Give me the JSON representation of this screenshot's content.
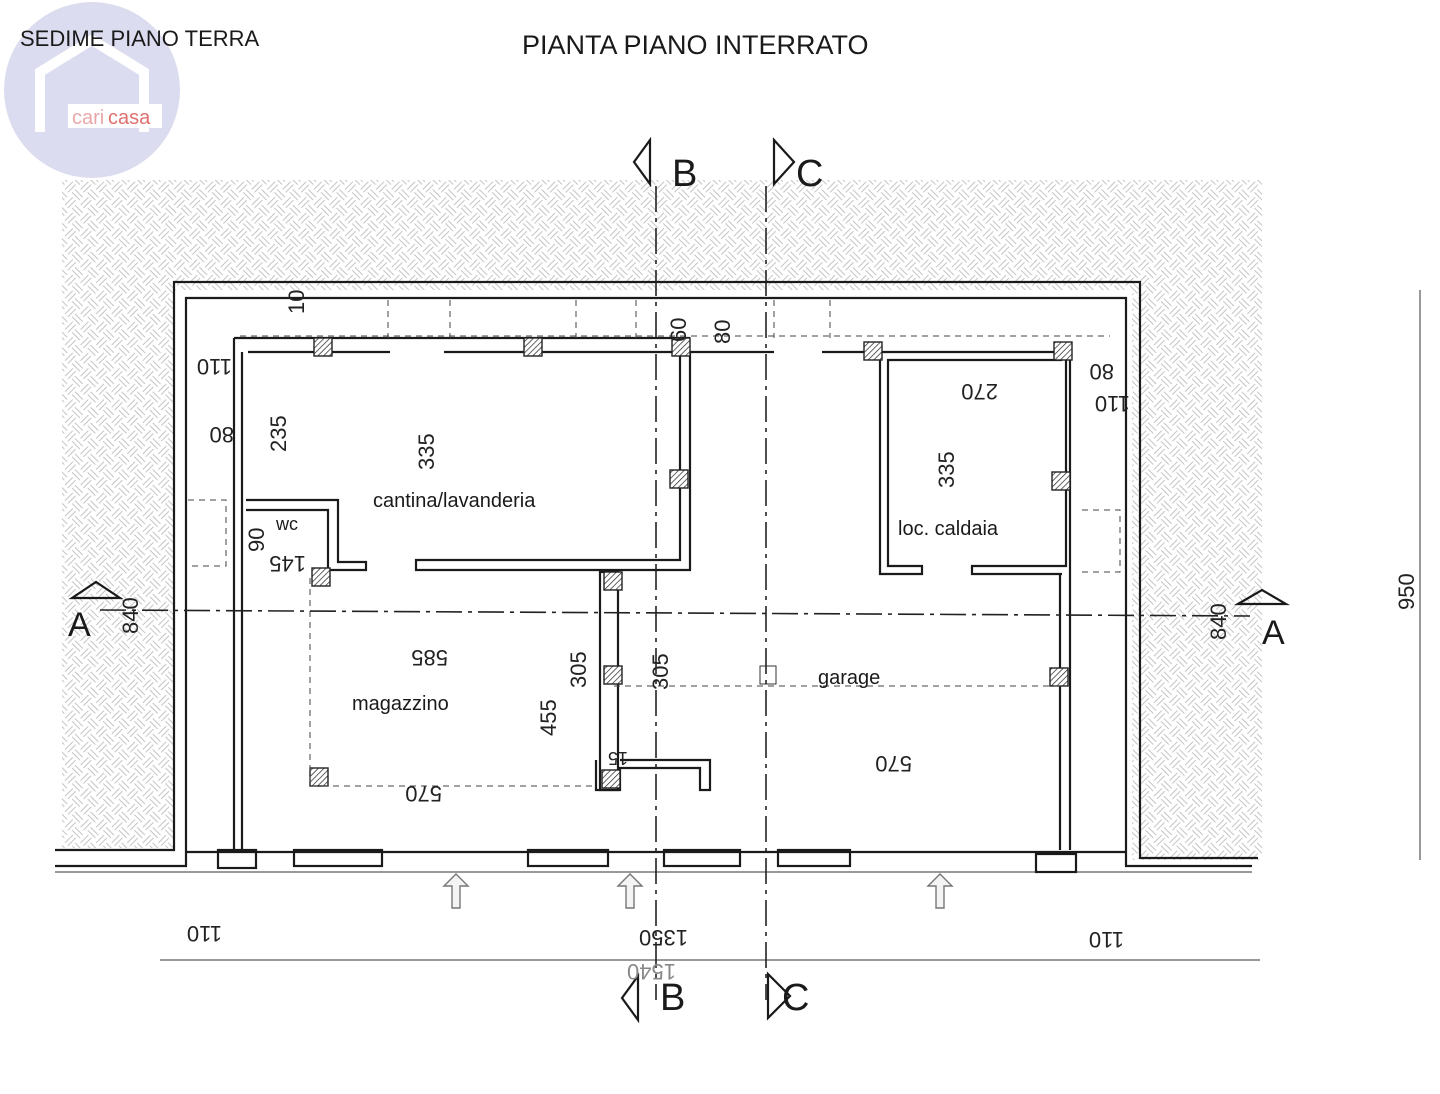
{
  "header": {
    "top_left_label": "SEDIME PIANO TERRA",
    "title": "PIANTA PIANO INTERRATO"
  },
  "logo": {
    "text_a": "cari",
    "text_b": "casa"
  },
  "sections": {
    "a": "A",
    "b": "B",
    "c": "C"
  },
  "rooms": {
    "cantina": "cantina/lavanderia",
    "wc": "wc",
    "caldaia": "loc. caldaia",
    "magazzino": "magazzino",
    "garage": "garage"
  },
  "dimensions": {
    "d10": "10",
    "d60": "60",
    "d80_top": "80",
    "d110_top_left": "110",
    "d80_left": "80",
    "d235": "235",
    "d335_cantina": "335",
    "d270": "270",
    "d335_caldaia": "335",
    "d80_right": "80",
    "d110_right": "110",
    "d90": "90",
    "d145": "145",
    "d840_left": "840",
    "d840_right": "840",
    "d950": "950",
    "d585": "585",
    "d305_a": "305",
    "d305_b": "305",
    "d455": "455",
    "d570_magazzino": "570",
    "d15": "15",
    "d570_garage": "570",
    "d110_bottom_left": "110",
    "d1350": "1350",
    "d1540": "1540",
    "d110_bottom_right": "110"
  },
  "colors": {
    "logo_circle": "#dcdcf0",
    "logo_text_a": "#e9a8a8",
    "logo_text_b": "#e07070",
    "hatch": "#bdbdbd"
  }
}
